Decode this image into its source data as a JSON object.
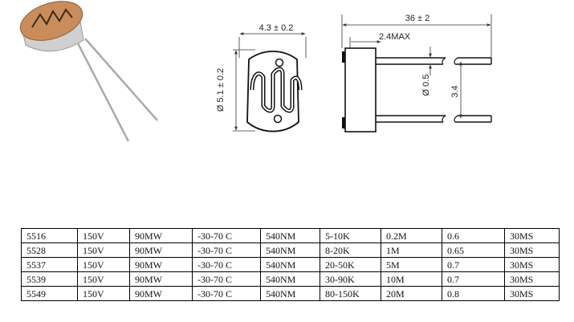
{
  "dimensions": {
    "body_width": "4.3 ± 0.2",
    "body_diameter": "Ø 5.1 ± 0.2",
    "overall_length": "36 ± 2",
    "max_offset": "2.4MAX",
    "lead_diameter": "Ø 0.5",
    "lead_spacing": "3.4"
  },
  "table": {
    "rows": [
      [
        "5516",
        "150V",
        "90MW",
        "-30-70   C",
        "540NM",
        "5-10K",
        "0.2M",
        "0.6",
        "30MS"
      ],
      [
        "5528",
        "150V",
        "90MW",
        "-30-70   C",
        "540NM",
        "8-20K",
        "1M",
        "0.65",
        "30MS"
      ],
      [
        "5537",
        "150V",
        "90MW",
        "-30-70   C",
        "540NM",
        "20-50K",
        "5M",
        "0.7",
        "30MS"
      ],
      [
        "5539",
        "150V",
        "90MW",
        "-30-70   C",
        "540NM",
        "30-90K",
        "10M",
        "0.7",
        "30MS"
      ],
      [
        "5549",
        "150V",
        "90MW",
        "-30-70   C",
        "540NM",
        "80-150K",
        "20M",
        "0.8",
        "30MS"
      ]
    ]
  }
}
